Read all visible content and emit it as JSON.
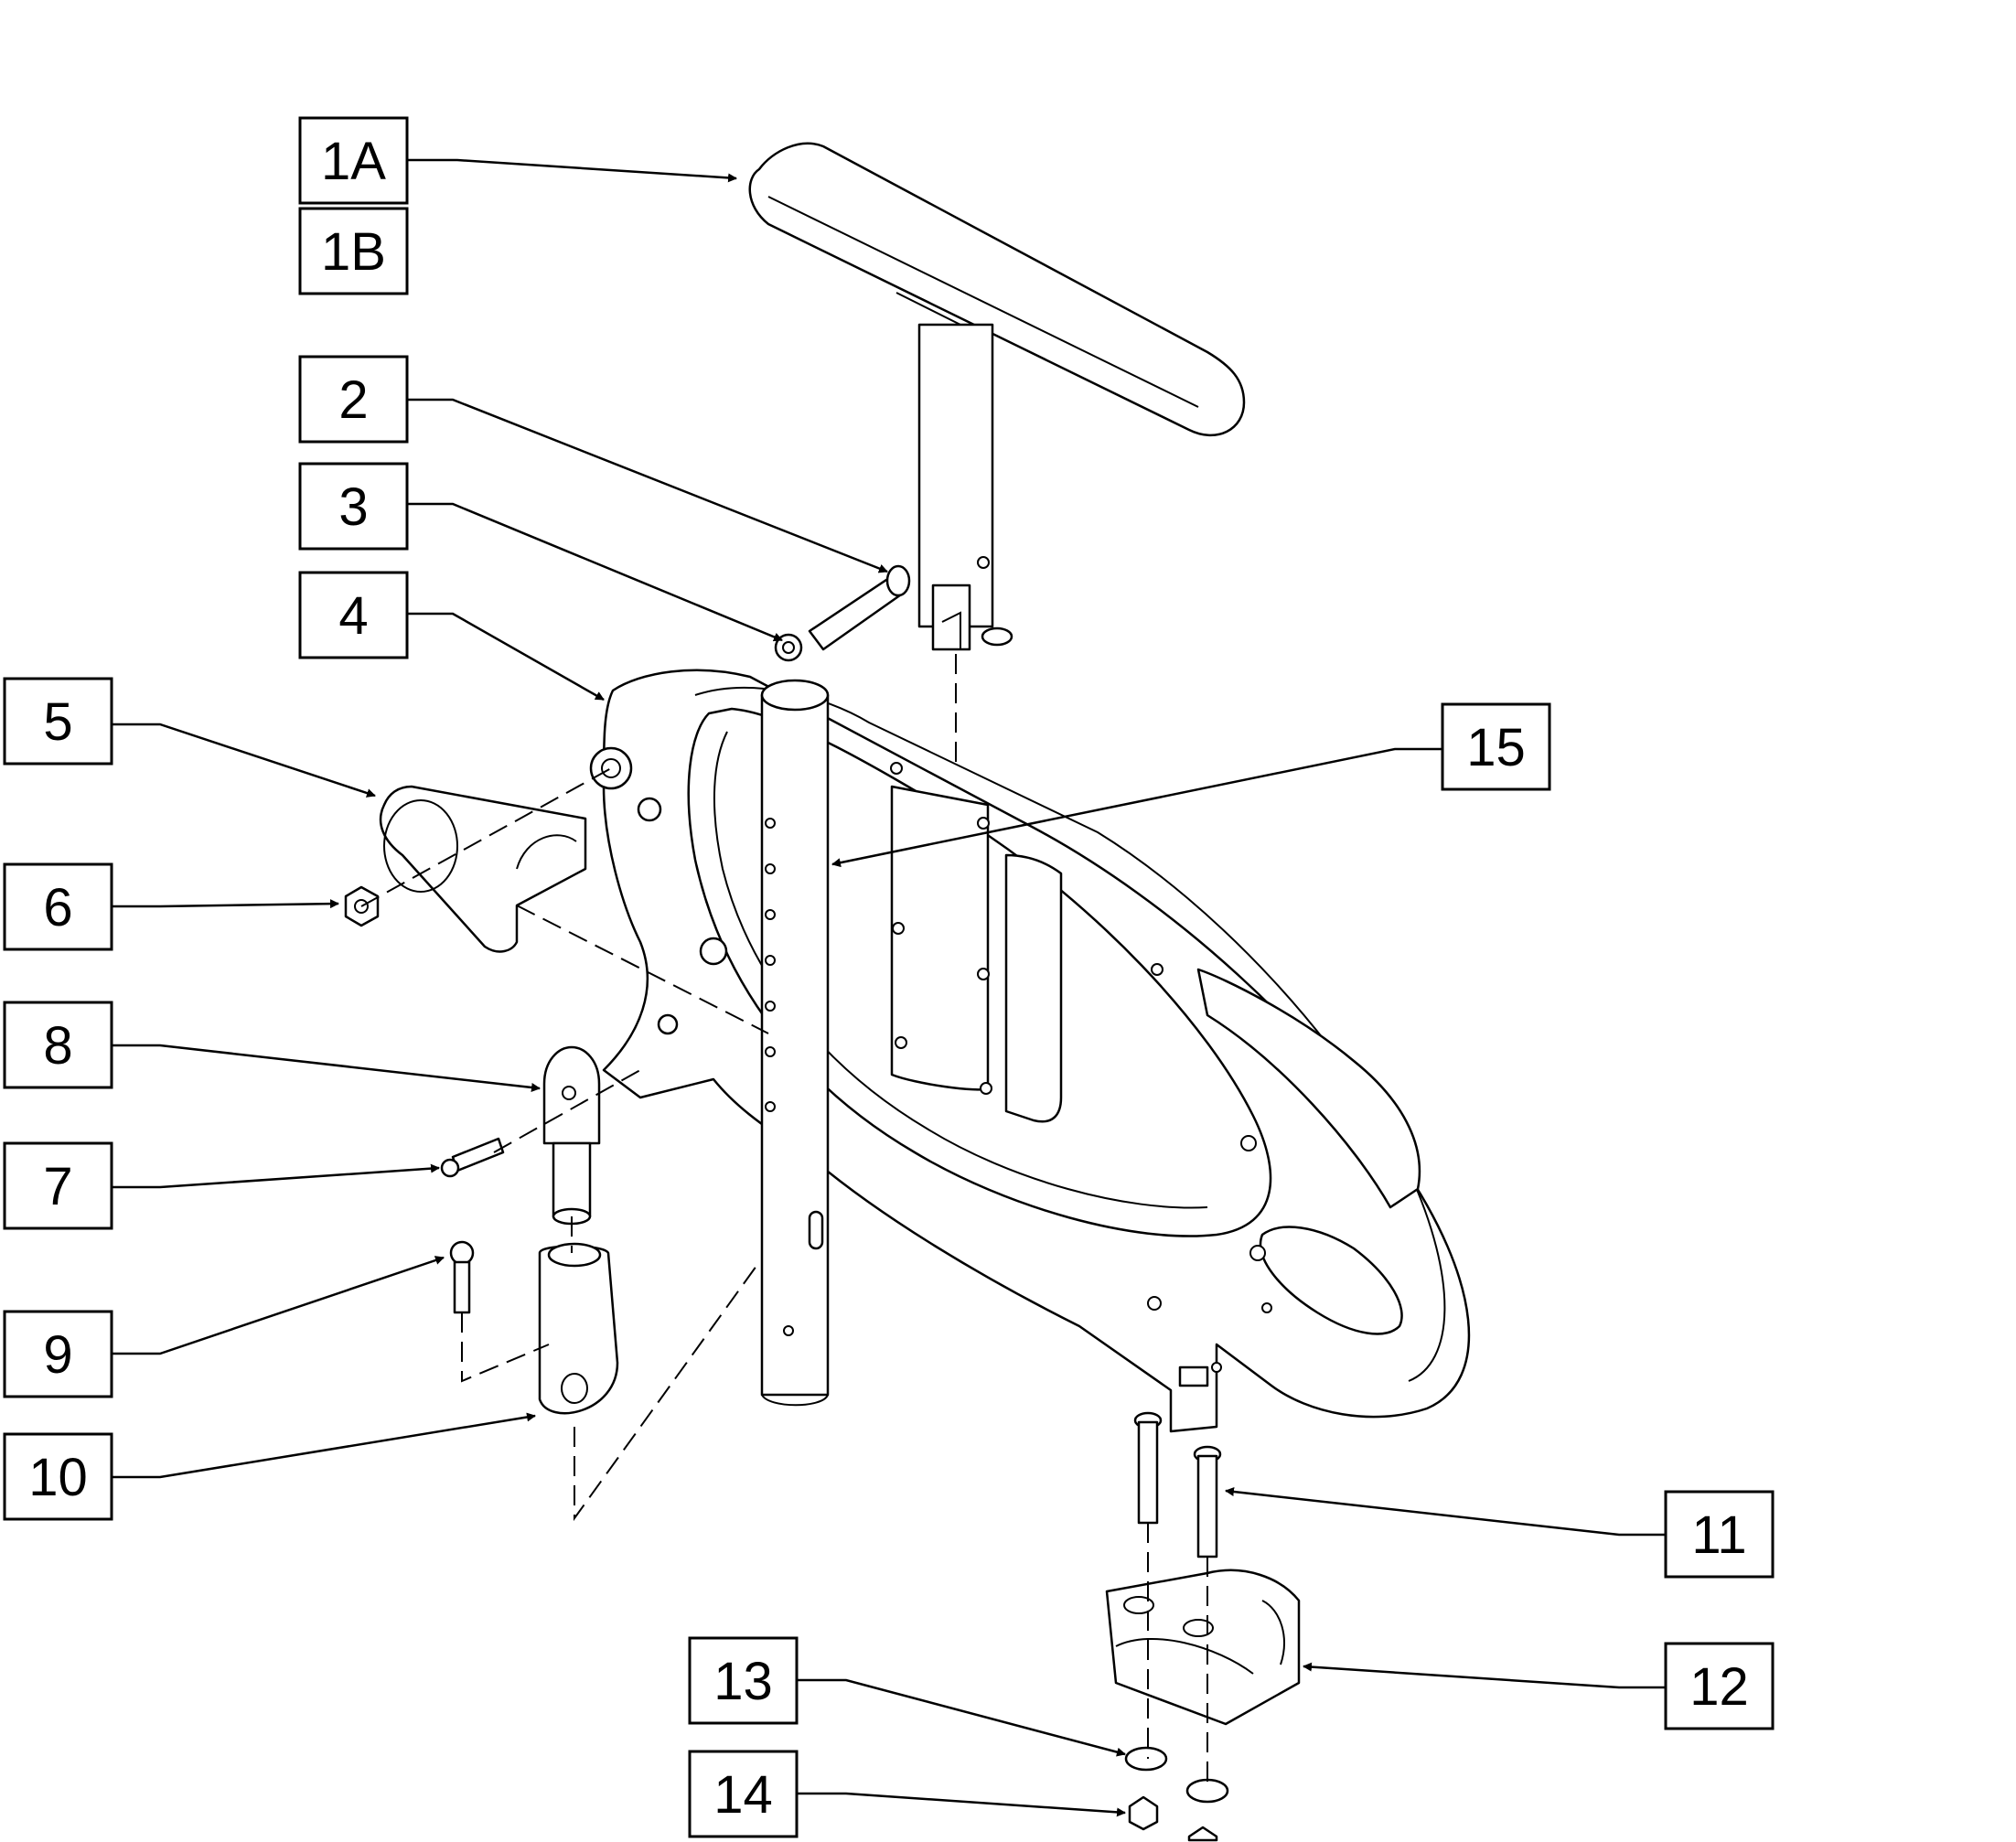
{
  "callouts": {
    "1A": "1A",
    "1B": "1B",
    "2": "2",
    "3": "3",
    "4": "4",
    "5": "5",
    "6": "6",
    "7": "7",
    "8": "8",
    "9": "9",
    "10": "10",
    "11": "11",
    "12": "12",
    "13": "13",
    "14": "14",
    "15": "15"
  }
}
